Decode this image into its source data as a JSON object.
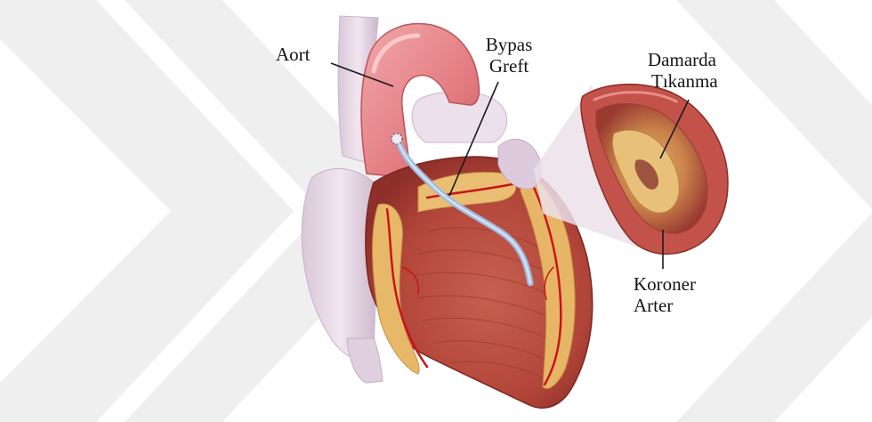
{
  "labels": {
    "aort": "Aort",
    "bypas_line1": "Bypas",
    "bypas_line2": "Greft",
    "tikanma_line1": "Damarda",
    "tikanma_line2": "Tıkanma",
    "koroner_line1": "Koroner",
    "koroner_line2": "Arter"
  },
  "colors": {
    "watermark": "#ececec",
    "myocardium": "#b5483e",
    "fat": "#e7b666",
    "vessel": "#e7d8e6",
    "aorta": "#e9868a",
    "graft": "#a9c4e6",
    "artery_red": "#c9141b",
    "label_text": "#141414"
  }
}
